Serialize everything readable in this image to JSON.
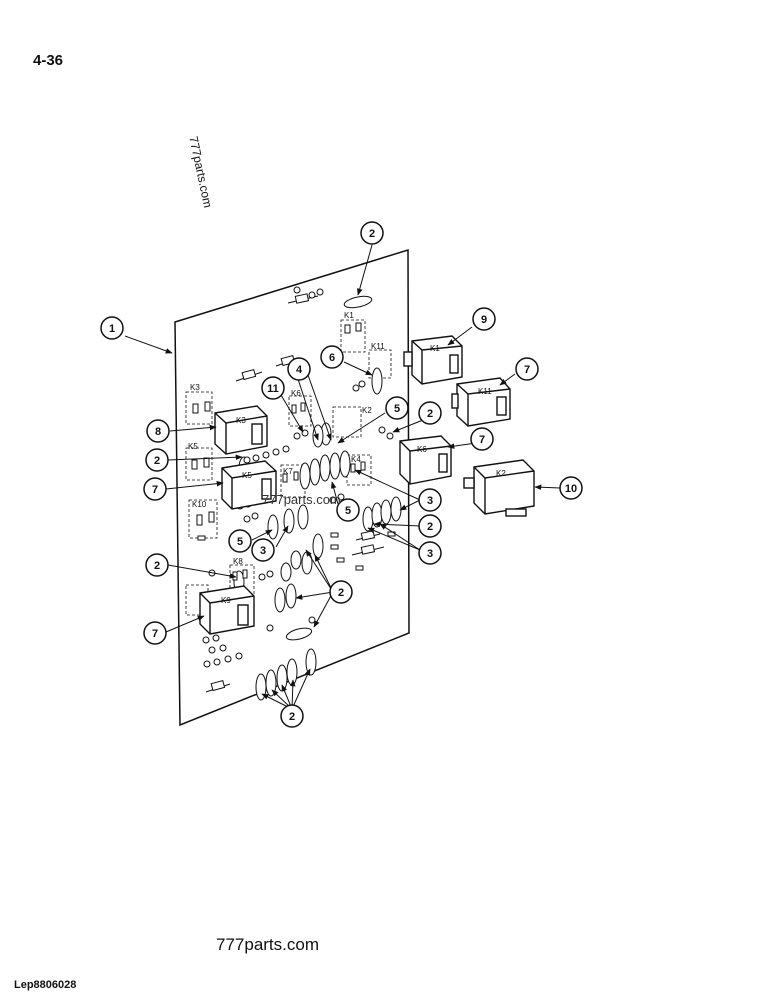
{
  "page_number": "4-36",
  "footer_id": "Lep8806028",
  "watermark": {
    "main": "777parts.com",
    "rotated": "777parts.com",
    "mid": "777parts.com"
  },
  "board_labels": {
    "k1": "K1",
    "k11": "K11",
    "k3": "K3",
    "k6": "K6",
    "k7": "K7",
    "k2": "K2",
    "k5": "K5",
    "k4": "K4",
    "k10": "K10",
    "k8": "K8",
    "k9": "K9"
  },
  "relay_labels": {
    "k1": "K1",
    "k11": "K11",
    "k6": "K6",
    "k2": "K2",
    "k3": "K3",
    "k5": "K5",
    "k9": "K9"
  },
  "callouts": [
    "2",
    "1",
    "9",
    "6",
    "4",
    "7",
    "11",
    "5",
    "2",
    "8",
    "7",
    "2",
    "10",
    "7",
    "3",
    "5",
    "2",
    "3",
    "3",
    "2",
    "2",
    "7",
    "2"
  ],
  "colors": {
    "line": "#111111",
    "background": "#ffffff"
  }
}
